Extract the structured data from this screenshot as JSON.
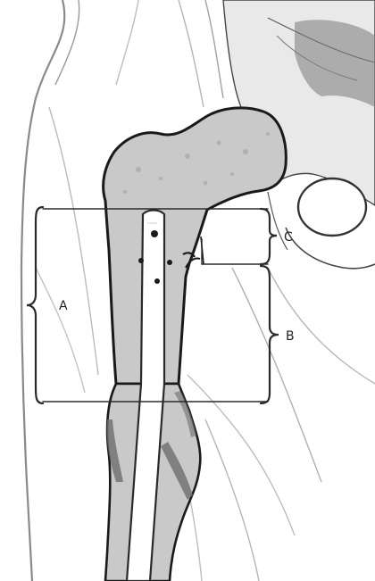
{
  "image": {
    "subject": "femur-with-intramedullary-nail",
    "colors": {
      "background": "#ffffff",
      "soft_tissue_line": "#8a8a8a",
      "bone_fill": "#c9c9c9",
      "bone_outline": "#1a1a1a",
      "cortex_dark": "#6e6e6e",
      "nail_fill": "#ffffff",
      "bracket": "#2a2a2a"
    }
  },
  "brackets": {
    "a": {
      "label": "A"
    },
    "b": {
      "label": "B"
    },
    "c": {
      "label": "C"
    }
  }
}
